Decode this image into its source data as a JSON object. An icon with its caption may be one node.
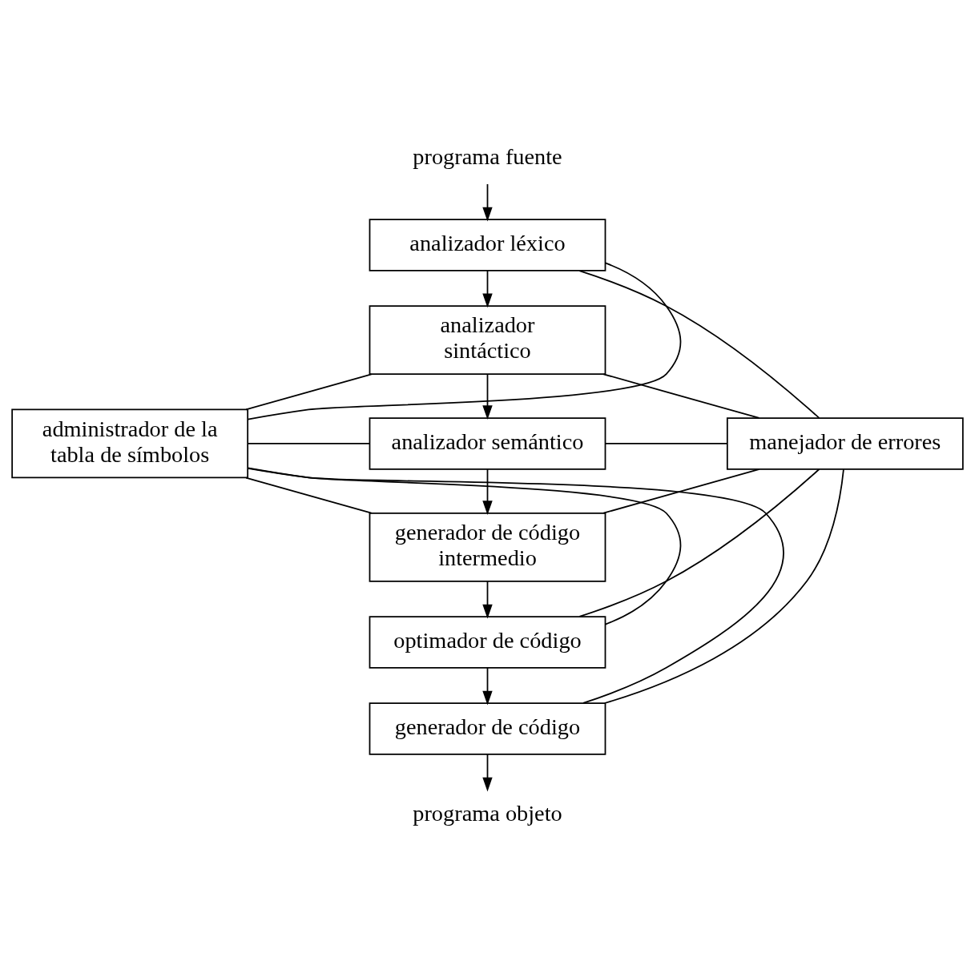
{
  "diagram": {
    "nodes": [
      {
        "text": [
          "programa fuente"
        ]
      },
      {
        "text": [
          "analizador léxico"
        ]
      },
      {
        "text": [
          "analizador sintáctico"
        ]
      },
      {
        "text": [
          "analizador semántico"
        ]
      },
      {
        "text": [
          "administrador de la tabla de símbolos"
        ]
      },
      {
        "text": [
          "manejador de errores"
        ]
      },
      {
        "text": [
          "generador de código intermedio"
        ]
      },
      {
        "text": [
          "optimador de código"
        ]
      },
      {
        "text": [
          "generador de código"
        ]
      },
      {
        "text": [
          "programa objeto"
        ]
      }
    ],
    "edges": [
      {
        "from": 0,
        "to": 1,
        "arrow": "to"
      },
      {
        "from": 1,
        "to": 2,
        "arrow": "to"
      },
      {
        "from": 2,
        "to": 3,
        "arrow": "to"
      },
      {
        "from": 3,
        "to": 6,
        "arrow": "to"
      },
      {
        "from": 6,
        "to": 7,
        "arrow": "to"
      },
      {
        "from": 7,
        "to": 8,
        "arrow": "to"
      },
      {
        "from": 8,
        "to": 9,
        "arrow": "to"
      },
      {
        "from": 4,
        "to": 1,
        "arrow": "none"
      },
      {
        "from": 4,
        "to": 2,
        "arrow": "none"
      },
      {
        "from": 4,
        "to": 3,
        "arrow": "none"
      },
      {
        "from": 4,
        "to": 6,
        "arrow": "none"
      },
      {
        "from": 4,
        "to": 7,
        "arrow": "none"
      },
      {
        "from": 4,
        "to": 8,
        "arrow": "none"
      },
      {
        "from": 1,
        "to": 5,
        "arrow": "none"
      },
      {
        "from": 2,
        "to": 5,
        "arrow": "none"
      },
      {
        "from": 3,
        "to": 5,
        "arrow": "none"
      },
      {
        "from": 6,
        "to": 5,
        "arrow": "none"
      },
      {
        "from": 7,
        "to": 5,
        "arrow": "none"
      },
      {
        "from": 8,
        "to": 5,
        "arrow": "none"
      }
    ]
  }
}
